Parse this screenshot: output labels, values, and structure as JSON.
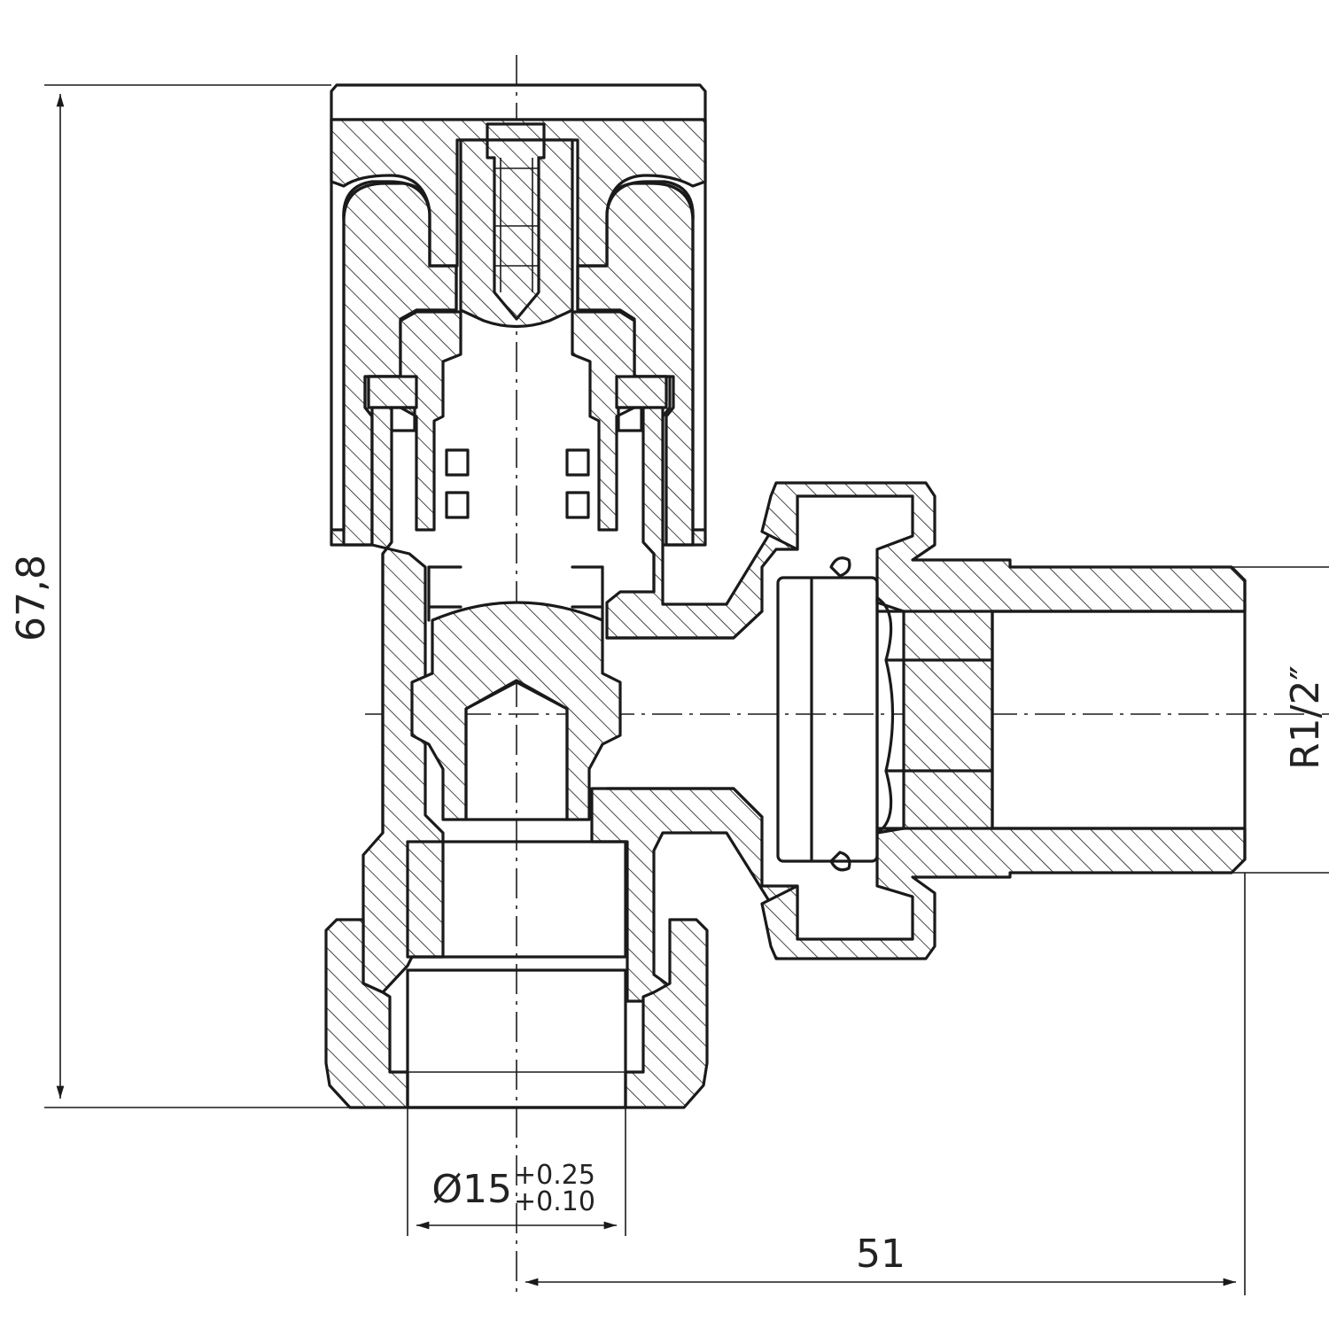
{
  "drawing": {
    "height_dimension": "67,8",
    "length_dimension": "51",
    "thread_label": "R1/2″",
    "pipe_diameter": "Ø15",
    "tolerance_upper": "+0.25",
    "tolerance_lower": "+0.10"
  },
  "colors": {
    "line": "#1a1a1a",
    "background": "#ffffff"
  }
}
